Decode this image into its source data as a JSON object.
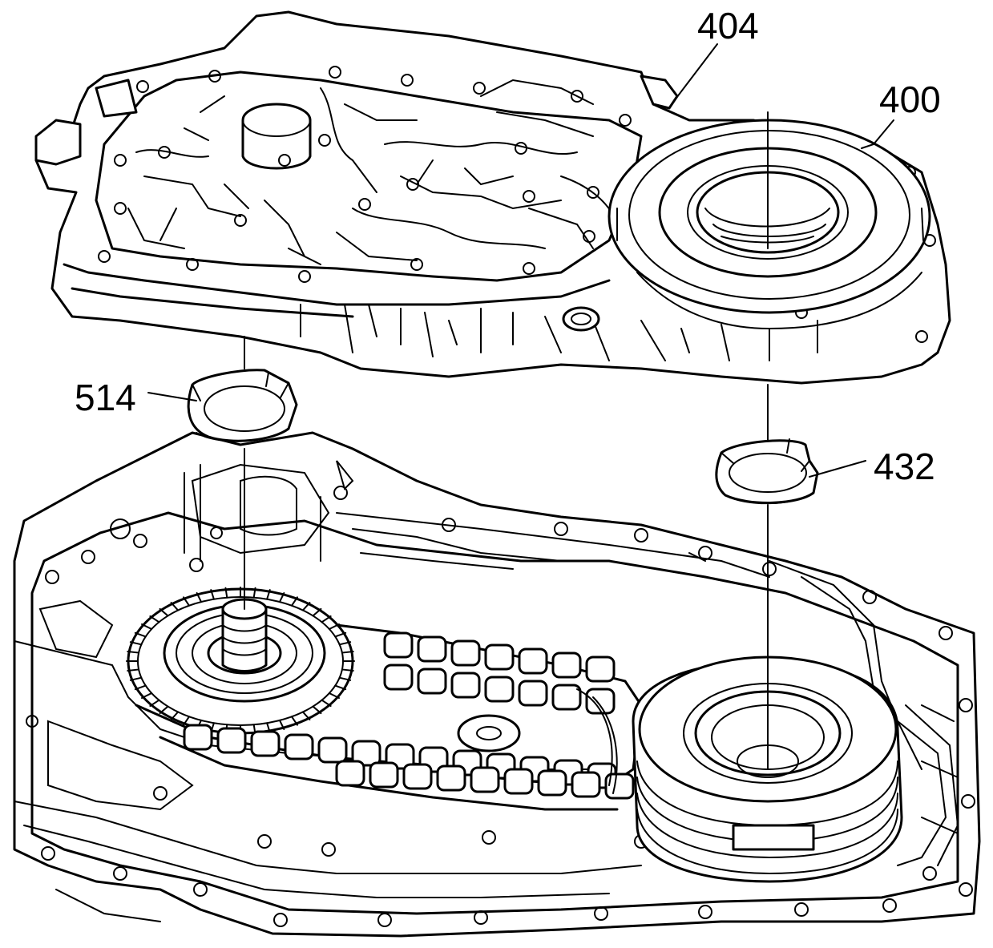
{
  "callouts": {
    "c404": "404",
    "c400": "400",
    "c514": "514",
    "c432": "432"
  },
  "colors": {
    "line": "#000000",
    "background": "#ffffff"
  }
}
